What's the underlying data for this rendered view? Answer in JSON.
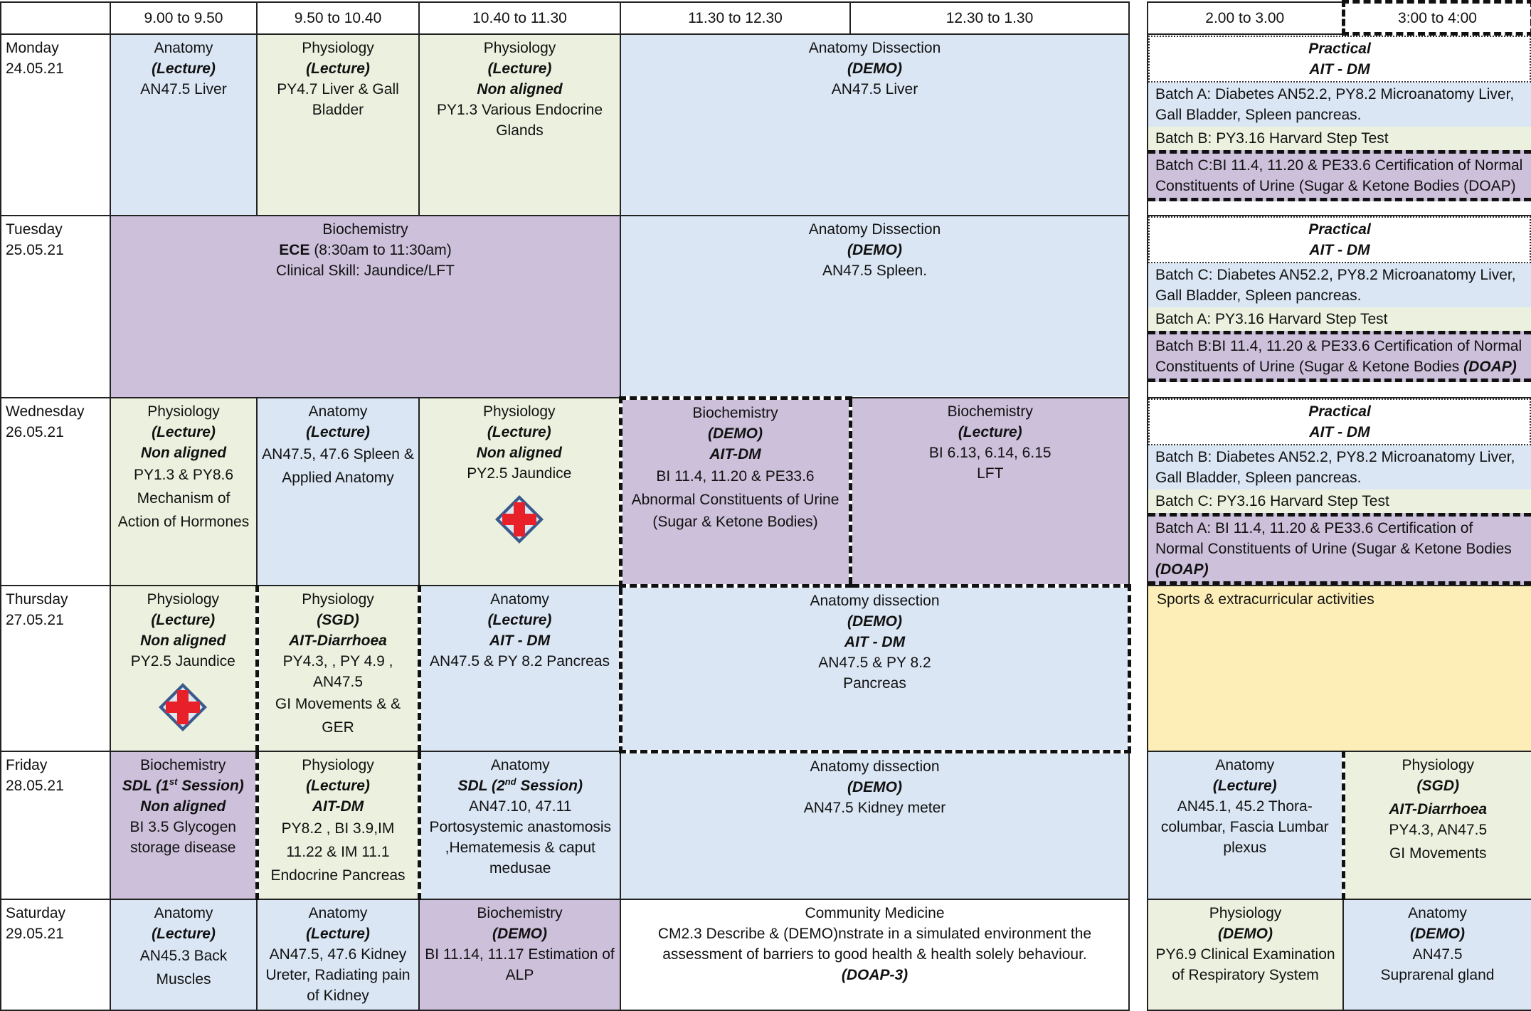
{
  "header": {
    "times": [
      "9.00 to 9.50",
      "9.50 to 10.40",
      "10.40 to 11.30",
      "11.30 to 12.30",
      "12.30 to 1.30",
      "2.00 to 3.00",
      "3:00  to 4:00"
    ]
  },
  "monday": {
    "day": "Monday",
    "date": "24.05.21",
    "c1": {
      "subj": "Anatomy",
      "type": "(Lecture)",
      "topic": "AN47.5 Liver"
    },
    "c2": {
      "subj": "Physiology",
      "type": "(Lecture)",
      "topic": "PY4.7 Liver & Gall Bladder"
    },
    "c3": {
      "subj": "Physiology",
      "type": "(Lecture)",
      "extra": "Non aligned",
      "topic": "PY1.3 Various Endocrine Glands"
    },
    "c4": {
      "subj": "Anatomy Dissection",
      "type": "(DEMO)",
      "topic": "AN47.5 Liver"
    },
    "pr": {
      "title": "Practical",
      "sub": "AIT - DM",
      "b1": "Batch A: Diabetes AN52.2, PY8.2 Microanatomy Liver, Gall Bladder, Spleen pancreas.",
      "b2": "Batch B: PY3.16 Harvard Step Test",
      "b3": "Batch C:BI 11.4, 11.20 & PE33.6 Certification of Normal Constituents of Urine (Sugar & Ketone Bodies (DOAP)"
    }
  },
  "tuesday": {
    "day": "Tuesday",
    "date": "25.05.21",
    "c1": {
      "subj": "Biochemistry",
      "ece": "ECE",
      "time": " (8:30am to 11:30am)",
      "topic": "Clinical Skill: Jaundice/LFT"
    },
    "c2": {
      "subj": "Anatomy Dissection",
      "type": "(DEMO)",
      "topic": "AN47.5 Spleen."
    },
    "pr": {
      "title": "Practical",
      "sub": "AIT - DM",
      "b1": "Batch C: Diabetes AN52.2, PY8.2 Microanatomy Liver, Gall Bladder, Spleen pancreas.",
      "b2": "Batch A:   PY3.16 Harvard Step Test",
      "b3": "Batch B:BI 11.4, 11.20 & PE33.6 Certification of Normal Constituents of Urine (Sugar & Ketone Bodies",
      "b3i": "(DOAP)"
    }
  },
  "wednesday": {
    "day": "Wednesday",
    "date": "26.05.21",
    "c1": {
      "subj": "Physiology",
      "type": "(Lecture)",
      "extra": "Non aligned",
      "topic": "PY1.3 & PY8.6 Mechanism of Action of Hormones"
    },
    "c2": {
      "subj": "Anatomy",
      "type": "(Lecture)",
      "topic": "AN47.5, 47.6 Spleen & Applied Anatomy"
    },
    "c3": {
      "subj": "Physiology",
      "type": "(Lecture)",
      "extra": "Non aligned",
      "topic": "PY2.5  Jaundice"
    },
    "c4": {
      "subj": "Biochemistry",
      "type": "(DEMO)",
      "extra": "AIT-DM",
      "topic": "BI 11.4, 11.20 & PE33.6 Abnormal Constituents of Urine",
      "topic2": "(Sugar & Ketone Bodies)"
    },
    "c5": {
      "subj": "Biochemistry",
      "type": "(Lecture)",
      "topic": "BI 6.13, 6.14, 6.15",
      "topic2": "LFT"
    },
    "pr": {
      "title": "Practical",
      "sub": "AIT - DM",
      "b1": "Batch B: Diabetes AN52.2, PY8.2 Microanatomy Liver, Gall Bladder, Spleen pancreas.",
      "b2": "Batch C: PY3.16 Harvard Step Test",
      "b3": "Batch A: BI 11.4, 11.20 & PE33.6 Certification of Normal Constituents of Urine (Sugar & Ketone Bodies",
      "b3i": "(DOAP)"
    }
  },
  "thursday": {
    "day": "Thursday",
    "date": "27.05.21",
    "c1": {
      "subj": "Physiology",
      "type": "(Lecture)",
      "extra": "Non aligned",
      "topic": "PY2.5  Jaundice"
    },
    "c2": {
      "subj": "Physiology",
      "type": "(SGD)",
      "extra": "AIT-Diarrhoea",
      "topic": "PY4.3, , PY 4.9 , AN47.5",
      "topic2": "GI Movements & & GER"
    },
    "c3": {
      "subj": "Anatomy",
      "type": "(Lecture)",
      "extra": "AIT - DM",
      "topic": "AN47.5 & PY 8.2 Pancreas"
    },
    "c4": {
      "subj": "Anatomy dissection",
      "type": "(DEMO)",
      "extra": "AIT - DM",
      "topic": "AN47.5 & PY 8.2",
      "topic2": "Pancreas"
    },
    "c5": {
      "text": "Sports & extracurricular activities"
    }
  },
  "friday": {
    "day": "Friday",
    "date": "28.05.21",
    "c1": {
      "subj": "Biochemistry",
      "type1": "SDL (1",
      "sup": "st",
      "type2": " Session)",
      "extra": "Non aligned",
      "topic": "BI 3.5 Glycogen storage disease"
    },
    "c2": {
      "subj": "Physiology",
      "type": "(Lecture)",
      "extra": "AIT-DM",
      "topic": "PY8.2 , BI 3.9,IM 11.22 & IM 11.1 Endocrine Pancreas"
    },
    "c3": {
      "subj": "Anatomy",
      "type1": "SDL (2",
      "sup": "nd",
      "type2": " Session)",
      "topic": "AN47.10, 47.11 Portosystemic anastomosis ,Hematemesis & caput medusae"
    },
    "c4": {
      "subj": "Anatomy dissection",
      "type": "(DEMO)",
      "topic": "AN47.5 Kidney meter"
    },
    "c5": {
      "subj": "Anatomy",
      "type": "(Lecture)",
      "topic": "AN45.1, 45.2 Thora-columbar, Fascia Lumbar plexus"
    },
    "c6": {
      "subj": "Physiology",
      "type": "(SGD)",
      "extra": "AIT-Diarrhoea",
      "topic": "PY4.3, AN47.5",
      "topic2": "GI Movements"
    }
  },
  "saturday": {
    "day": "Saturday",
    "date": "29.05.21",
    "c1": {
      "subj": "Anatomy",
      "type": "(Lecture)",
      "topic": "AN45.3 Back Muscles"
    },
    "c2": {
      "subj": "Anatomy",
      "type": "(Lecture)",
      "topic": "AN47.5, 47.6 Kidney Ureter, Radiating pain of Kidney"
    },
    "c3": {
      "subj": "Biochemistry",
      "type": "(DEMO)",
      "topic": "BI 11.14, 11.17 Estimation of ALP"
    },
    "c4": {
      "subj": "Community Medicine",
      "topic": "CM2.3 Describe & (DEMO)nstrate in a simulated environment the assessment of barriers to good health & health solely behaviour.",
      "type": "(DOAP-3)"
    },
    "c5": {
      "subj": "Physiology",
      "type": "(DEMO)",
      "topic": "PY6.9 Clinical Examination of Respiratory System"
    },
    "c6": {
      "subj": "Anatomy",
      "type": "(DEMO)",
      "topic": "AN47.5",
      "topic2": "Suprarenal gland"
    }
  },
  "colors": {
    "blue": "#dae6f4",
    "green": "#ebf1de",
    "purple": "#ccc0da",
    "yellow": "#fdeeb8",
    "cross": "#e8202a"
  }
}
